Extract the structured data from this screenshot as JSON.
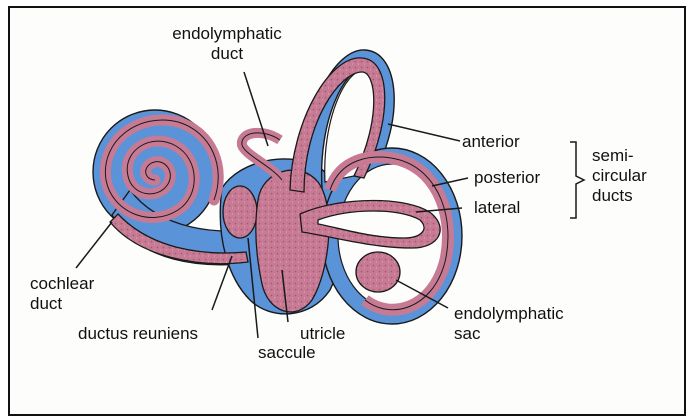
{
  "labels": {
    "endolymphatic_duct": "endolymphatic\nduct",
    "anterior": "anterior",
    "posterior": "posterior",
    "lateral": "lateral",
    "semicircular_ducts": "semi-\ncircular\nducts",
    "cochlear_duct": "cochlear\nduct",
    "ductus_reuniens": "ductus reuniens",
    "saccule": "saccule",
    "utricle": "utricle",
    "endolymphatic_sac": "endolymphatic\nsac"
  },
  "colors": {
    "perilymph_blue": "#5b93d8",
    "membranous_pink": "#c77a93",
    "outline": "#1a1a1a",
    "frame": "#111111"
  }
}
